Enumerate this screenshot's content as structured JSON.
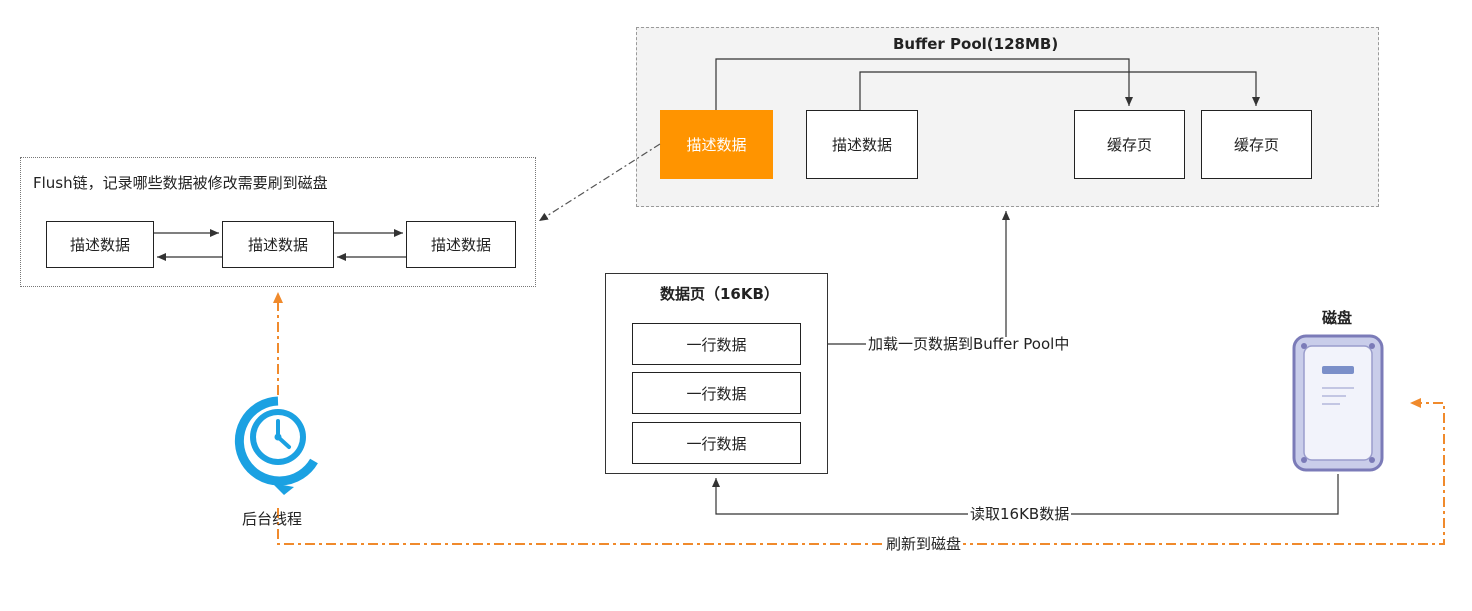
{
  "buffer_pool": {
    "title": "Buffer Pool(128MB)",
    "desc_highlight": "描述数据",
    "desc_normal": "描述数据",
    "cache_page_1": "缓存页",
    "cache_page_2": "缓存页"
  },
  "flush_list": {
    "title": "Flush链，记录哪些数据被修改需要刷到磁盘",
    "nodes": [
      "描述数据",
      "描述数据",
      "描述数据"
    ]
  },
  "data_page": {
    "title": "数据页（16KB）",
    "rows": [
      "一行数据",
      "一行数据",
      "一行数据"
    ]
  },
  "disk": {
    "title": "磁盘"
  },
  "background_thread": {
    "label": "后台线程"
  },
  "edges": {
    "load_label": "加载一页数据到Buffer Pool中",
    "read_label": "读取16KB数据",
    "flush_label": "刷新到磁盘"
  },
  "colors": {
    "highlight": "#ff9400",
    "flush_line": "#f08a2c",
    "clock": "#1ba1e2",
    "disk_frame": "#7b7bb8"
  }
}
